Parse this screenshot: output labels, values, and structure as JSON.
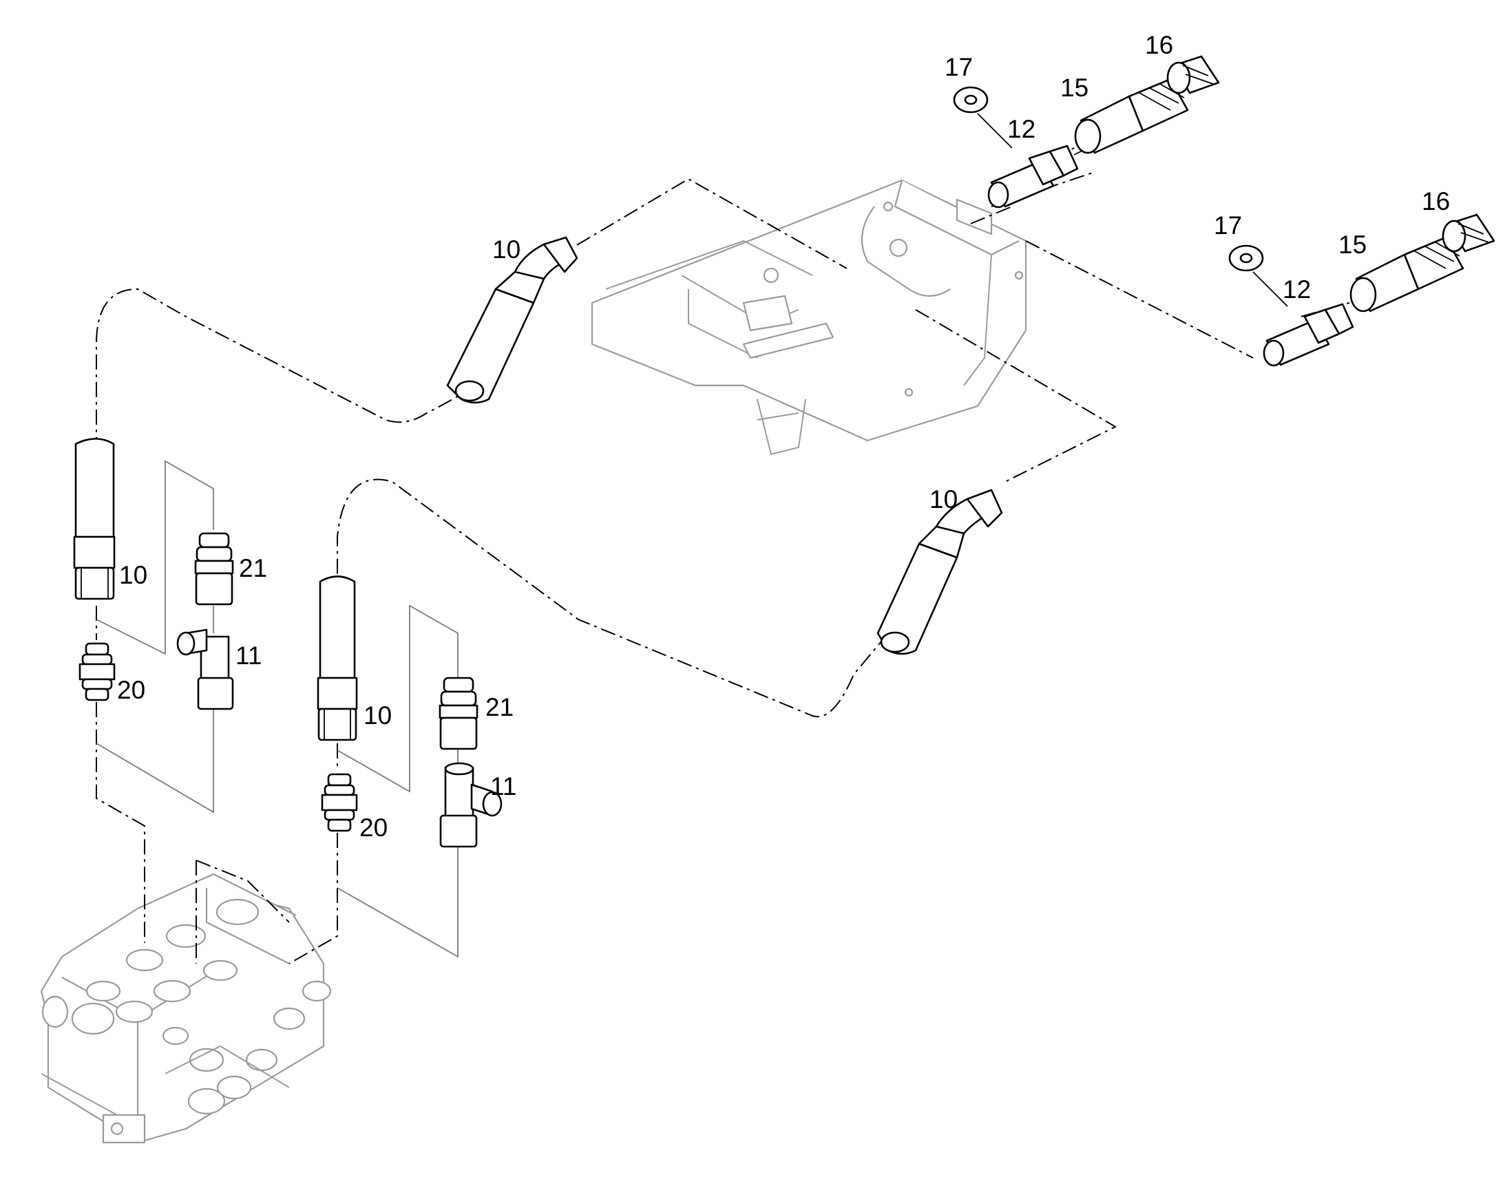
{
  "diagram": {
    "callouts": [
      {
        "id": "c17a",
        "text": "17"
      },
      {
        "id": "c16a",
        "text": "16"
      },
      {
        "id": "c15a",
        "text": "15"
      },
      {
        "id": "c12a",
        "text": "12"
      },
      {
        "id": "c10a",
        "text": "10"
      },
      {
        "id": "c17b",
        "text": "17"
      },
      {
        "id": "c16b",
        "text": "16"
      },
      {
        "id": "c15b",
        "text": "15"
      },
      {
        "id": "c12b",
        "text": "12"
      },
      {
        "id": "c10b",
        "text": "10"
      },
      {
        "id": "c10c",
        "text": "10"
      },
      {
        "id": "c21a",
        "text": "21"
      },
      {
        "id": "c11a",
        "text": "11"
      },
      {
        "id": "c20a",
        "text": "20"
      },
      {
        "id": "c10d",
        "text": "10"
      },
      {
        "id": "c21b",
        "text": "21"
      },
      {
        "id": "c11b",
        "text": "11"
      },
      {
        "id": "c20b",
        "text": "20"
      }
    ]
  }
}
